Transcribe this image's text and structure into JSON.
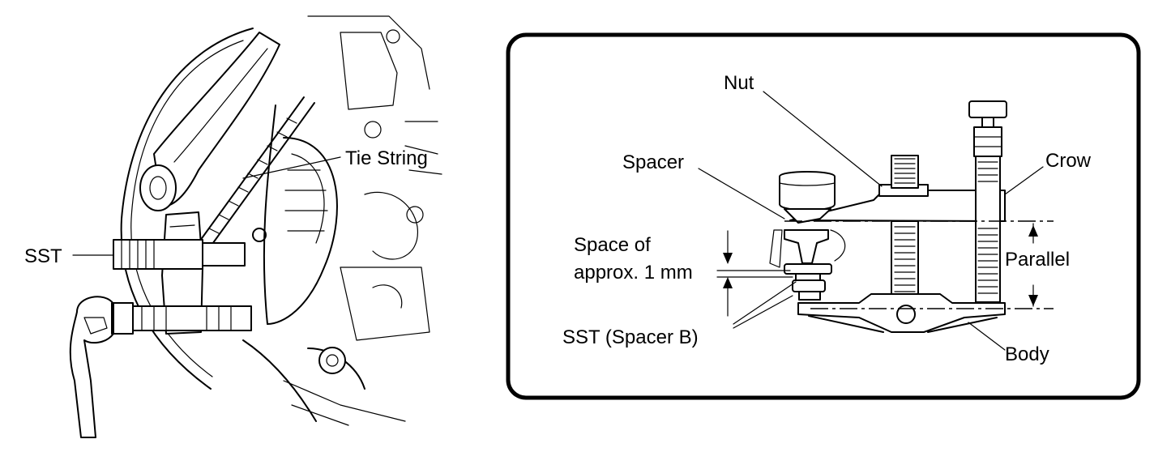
{
  "left_figure": {
    "labels": {
      "tie_string": "Tie String",
      "sst": "SST"
    }
  },
  "right_figure": {
    "labels": {
      "nut": "Nut",
      "spacer": "Spacer",
      "crow": "Crow",
      "space_line1": "Space of",
      "space_line2": "approx. 1 mm",
      "parallel": "Parallel",
      "sst_spacer_b": "SST (Spacer B)",
      "body": "Body"
    }
  }
}
